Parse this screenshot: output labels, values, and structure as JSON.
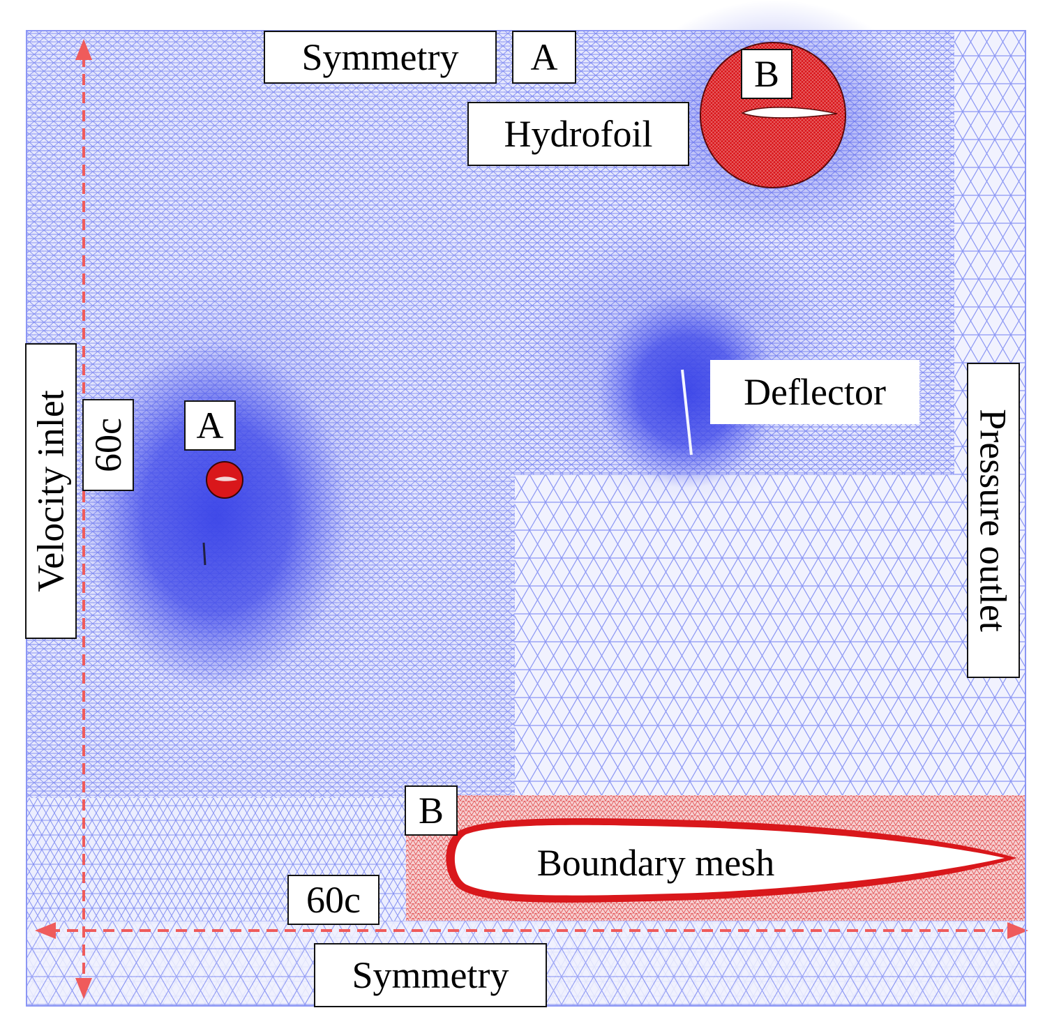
{
  "labels": {
    "symmetry_top": "Symmetry",
    "symmetry_bottom": "Symmetry",
    "marker_a_top": "A",
    "marker_a_left": "A",
    "marker_b_top": "B",
    "marker_b_bottom": "B",
    "hydrofoil": "Hydrofoil",
    "deflector": "Deflector",
    "velocity_inlet": "Velocity inlet",
    "pressure_outlet": "Pressure outlet",
    "dimension_vertical": "60c",
    "dimension_horizontal": "60c",
    "boundary_mesh": "Boundary mesh"
  },
  "colors": {
    "mesh_line": "#6f7cf2",
    "mesh_background": "#dfe3fd",
    "dense_mesh": "#3d45e6",
    "zoom_red": "#d9171b",
    "boundary_mesh_red": "#e23a3c",
    "dimension_arrow": "#ef5b5b",
    "label_border": "#111111"
  }
}
